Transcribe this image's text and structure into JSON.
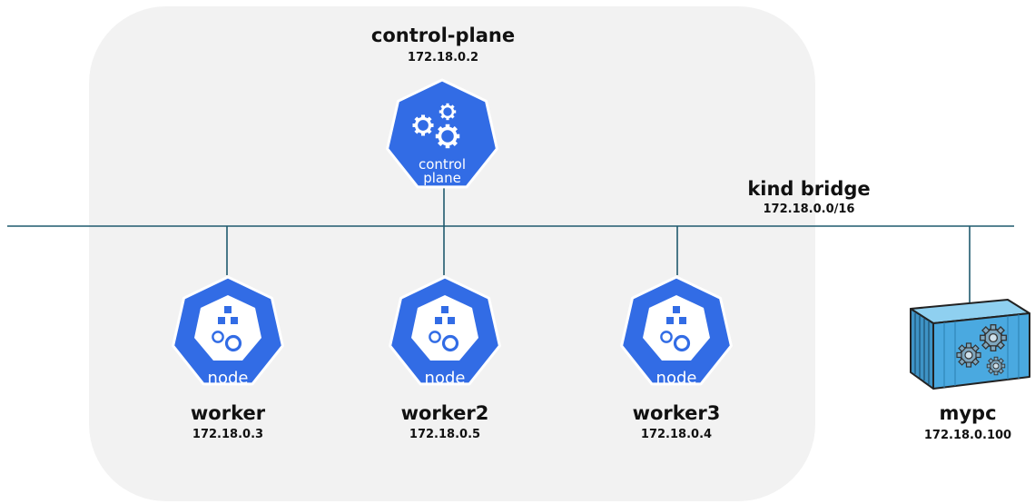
{
  "colors": {
    "k8s_blue": "#326ce5",
    "cluster_bg": "#f2f2f2",
    "line": "#1f5a6e",
    "container_blue": "#4aa9e0"
  },
  "bridge": {
    "title": "kind bridge",
    "subnet": "172.18.0.0/16"
  },
  "control_plane": {
    "title": "control-plane",
    "ip": "172.18.0.2",
    "icon_label_1": "control",
    "icon_label_2": "plane",
    "icon": "kubernetes-control-plane-icon"
  },
  "workers": [
    {
      "title": "worker",
      "ip": "172.18.0.3",
      "icon_label": "node",
      "icon": "kubernetes-node-icon"
    },
    {
      "title": "worker2",
      "ip": "172.18.0.5",
      "icon_label": "node",
      "icon": "kubernetes-node-icon"
    },
    {
      "title": "worker3",
      "ip": "172.18.0.4",
      "icon_label": "node",
      "icon": "kubernetes-node-icon"
    }
  ],
  "host": {
    "title": "mypc",
    "ip": "172.18.0.100",
    "icon": "container-icon"
  }
}
